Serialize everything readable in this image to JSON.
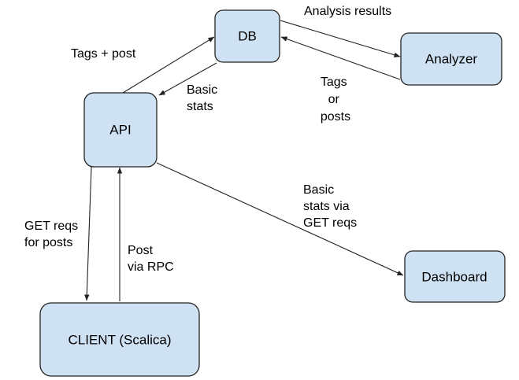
{
  "nodes": {
    "db": {
      "label": "DB"
    },
    "analyzer": {
      "label": "Analyzer"
    },
    "api": {
      "label": "API"
    },
    "dashboard": {
      "label": "Dashboard"
    },
    "client": {
      "label": "CLIENT (Scalica)"
    }
  },
  "edges": {
    "api_to_db": {
      "label": [
        "Tags + post"
      ]
    },
    "db_to_api": {
      "label": [
        "Basic",
        "stats"
      ]
    },
    "db_to_analyzer": {
      "label": [
        "Analysis results"
      ]
    },
    "analyzer_to_db": {
      "label": [
        "Tags",
        "or",
        "posts"
      ]
    },
    "api_to_client": {
      "label": [
        "GET reqs",
        "for posts"
      ]
    },
    "client_to_api": {
      "label": [
        "Post",
        "via RPC"
      ]
    },
    "api_to_dashboard": {
      "label": [
        "Basic",
        "stats via",
        "GET reqs"
      ]
    }
  },
  "colors": {
    "node_fill": "#cfe2f3",
    "stroke": "#222222",
    "text": "#000000"
  }
}
